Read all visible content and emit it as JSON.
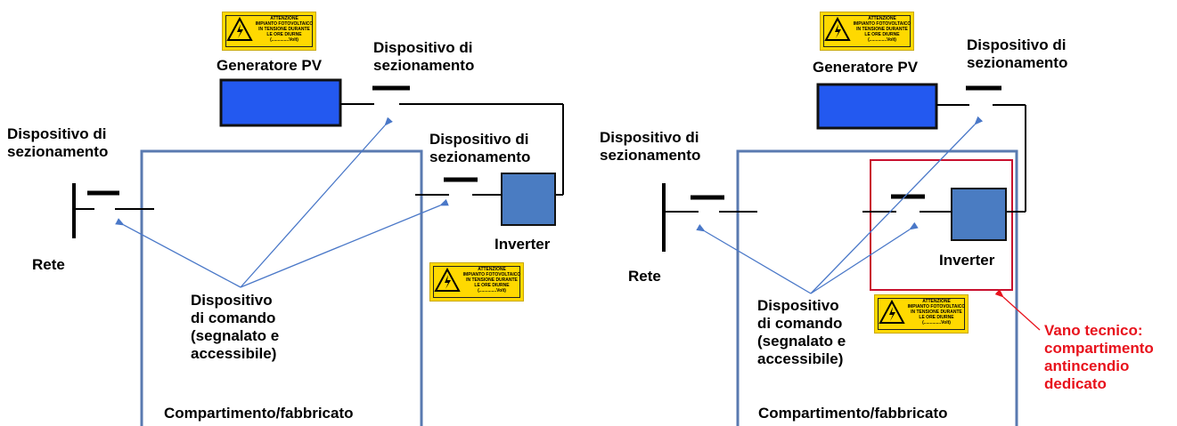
{
  "sign_text": "ATTENZIONE\nIMPIANTO FOTOVOLTAICO\nIN TENSIONE DURANTE\nLE ORE DIURNE\n(..............Volt)",
  "colors": {
    "panel_fill": "#2359f0",
    "inverter_fill": "#4a7cc2",
    "building_border": "#5a7ab0",
    "arrow_color": "#4a78c8",
    "compartment_border": "#c8102e",
    "note_text": "#e8121c",
    "sign_fill": "#ffd900"
  },
  "left": {
    "pv_label": "Generatore PV",
    "pv_switch_label": "Dispositivo di\nsezionamento",
    "grid_switch_label": "Dispositivo di\nsezionamento",
    "inverter_switch_label": "Dispositivo di\nsezionamento",
    "inverter_label": "Inverter",
    "grid_label": "Rete",
    "command_label": "Dispositivo\ndi comando\n(segnalato e\naccessibile)",
    "building_label": "Compartimento/fabbricato"
  },
  "right": {
    "pv_label": "Generatore PV",
    "pv_switch_label": "Dispositivo di\nsezionamento",
    "grid_switch_label": "Dispositivo di\nsezionamento",
    "inverter_label": "Inverter",
    "grid_label": "Rete",
    "command_label": "Dispositivo\ndi comando\n(segnalato e\naccessibile)",
    "building_label": "Compartimento/fabbricato",
    "note_label": "Vano tecnico:\ncompartimento\nantincendio\ndedicato"
  }
}
